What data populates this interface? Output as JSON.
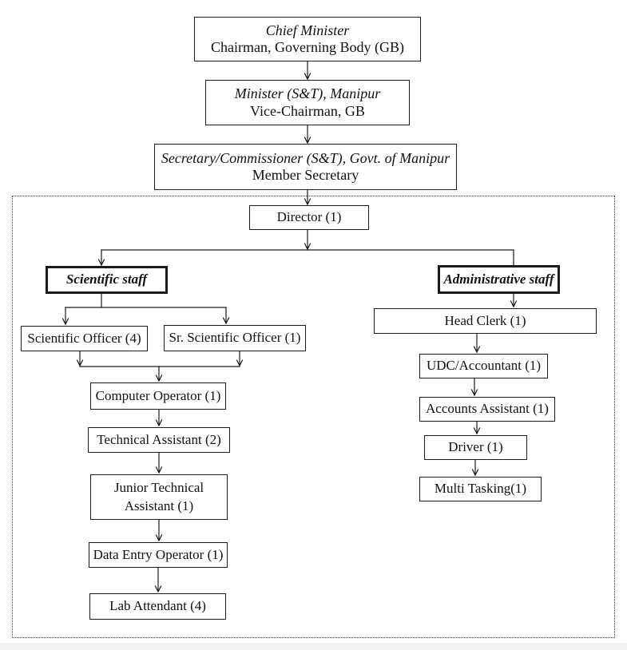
{
  "meta": {
    "bg_color": "#ffffff",
    "line_color": "#1a1a1a",
    "footer_bar_color": "#f2f2f2"
  },
  "nodes": {
    "chief_minister": {
      "title": "Chief Minister",
      "subtitle": "Chairman, Governing Body (GB)"
    },
    "minister": {
      "title": "Minister (S&T), Manipur",
      "subtitle": "Vice-Chairman, GB"
    },
    "secretary": {
      "title": "Secretary/Commissioner (S&T), Govt. of Manipur",
      "subtitle": "Member Secretary"
    },
    "director": {
      "label": "Director (1)"
    },
    "scientific_staff": {
      "label": "Scientific staff"
    },
    "administrative_staff": {
      "label": "Administrative staff"
    },
    "scientific_officer": {
      "label": "Scientific Officer (4)"
    },
    "sr_scientific_officer": {
      "label": "Sr. Scientific Officer (1)"
    },
    "computer_operator": {
      "label": "Computer Operator (1)"
    },
    "technical_assistant": {
      "label": "Technical Assistant (2)"
    },
    "junior_technical_assistant": {
      "label_line1": "Junior Technical",
      "label_line2": "Assistant (1)"
    },
    "data_entry_operator": {
      "label": "Data Entry Operator (1)"
    },
    "lab_attendant": {
      "label": "Lab Attendant (4)"
    },
    "head_clerk": {
      "label": "Head Clerk (1)"
    },
    "udc_accountant": {
      "label": "UDC/Accountant (1)"
    },
    "accounts_assistant": {
      "label": "Accounts Assistant (1)"
    },
    "driver": {
      "label": "Driver (1)"
    },
    "multi_tasking": {
      "label": "Multi Tasking(1)"
    }
  },
  "edges": [
    [
      "chief_minister",
      "minister"
    ],
    [
      "minister",
      "secretary"
    ],
    [
      "secretary",
      "director"
    ],
    [
      "director",
      "scientific_staff"
    ],
    [
      "director",
      "administrative_staff"
    ],
    [
      "scientific_staff",
      "scientific_officer"
    ],
    [
      "scientific_staff",
      "sr_scientific_officer"
    ],
    [
      "scientific_officer",
      "computer_operator"
    ],
    [
      "sr_scientific_officer",
      "computer_operator"
    ],
    [
      "computer_operator",
      "technical_assistant"
    ],
    [
      "technical_assistant",
      "junior_technical_assistant"
    ],
    [
      "junior_technical_assistant",
      "data_entry_operator"
    ],
    [
      "data_entry_operator",
      "lab_attendant"
    ],
    [
      "administrative_staff",
      "head_clerk"
    ],
    [
      "head_clerk",
      "udc_accountant"
    ],
    [
      "udc_accountant",
      "accounts_assistant"
    ],
    [
      "accounts_assistant",
      "driver"
    ],
    [
      "driver",
      "multi_tasking"
    ]
  ]
}
